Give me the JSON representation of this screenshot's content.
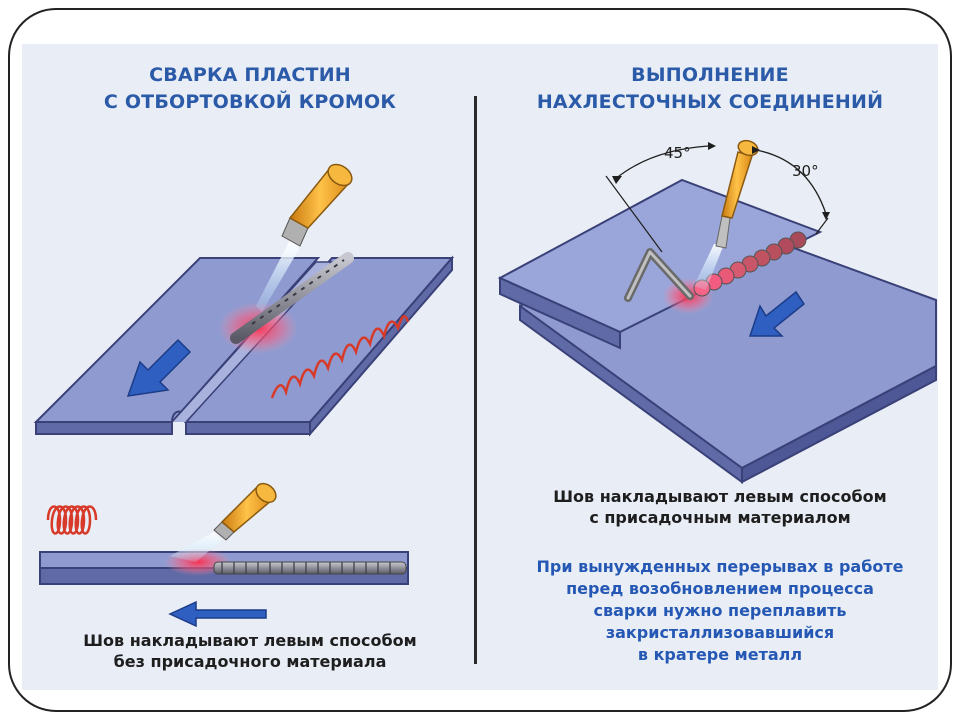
{
  "left_panel": {
    "title_line1": "СВАРКА ПЛАСТИН",
    "title_line2": "С ОТБОРТОВКОЙ КРОМОК",
    "caption_line1": "Шов накладывают левым способом",
    "caption_line2": "без присадочного материала"
  },
  "right_panel": {
    "title_line1": "ВЫПОЛНЕНИЕ",
    "title_line2": "НАХЛЕСТОЧНЫХ СОЕДИНЕНИЙ",
    "angle_left": "45°",
    "angle_right": "30°",
    "caption_line1": "Шов накладывают левым способом",
    "caption_line2": "с присадочным материалом",
    "note_lines": [
      "При вынужденных перерывах в работе",
      "перед возобновлением процесса",
      "сварки нужно переплавить",
      "закристаллизовавшийся",
      "в кратере металл"
    ]
  },
  "colors": {
    "title_blue": "#2a5aa8",
    "plate_top": "#8f9bd0",
    "plate_side": "#5f6aa6",
    "arrow_blue": "#2f5fc0",
    "torch_orange": "#f0a020",
    "filler_wire_red": "#d83a2a"
  },
  "icons": [
    "arrow-left-icon",
    "torch-icon",
    "filler-wire-icon",
    "weld-bead-icon",
    "flame-icon"
  ]
}
